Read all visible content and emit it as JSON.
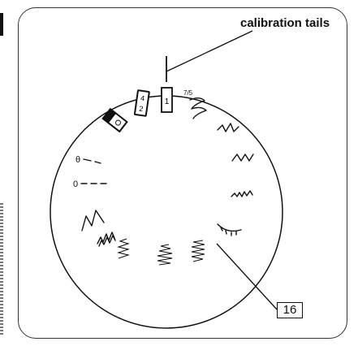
{
  "callouts": {
    "top_label": "calibration tails",
    "number_label": "16"
  },
  "dial": {
    "marker_digits": [
      "4",
      "2",
      "1"
    ],
    "marker_small_text": "7/5",
    "dashed_symbols": [
      "θ",
      "0"
    ]
  }
}
